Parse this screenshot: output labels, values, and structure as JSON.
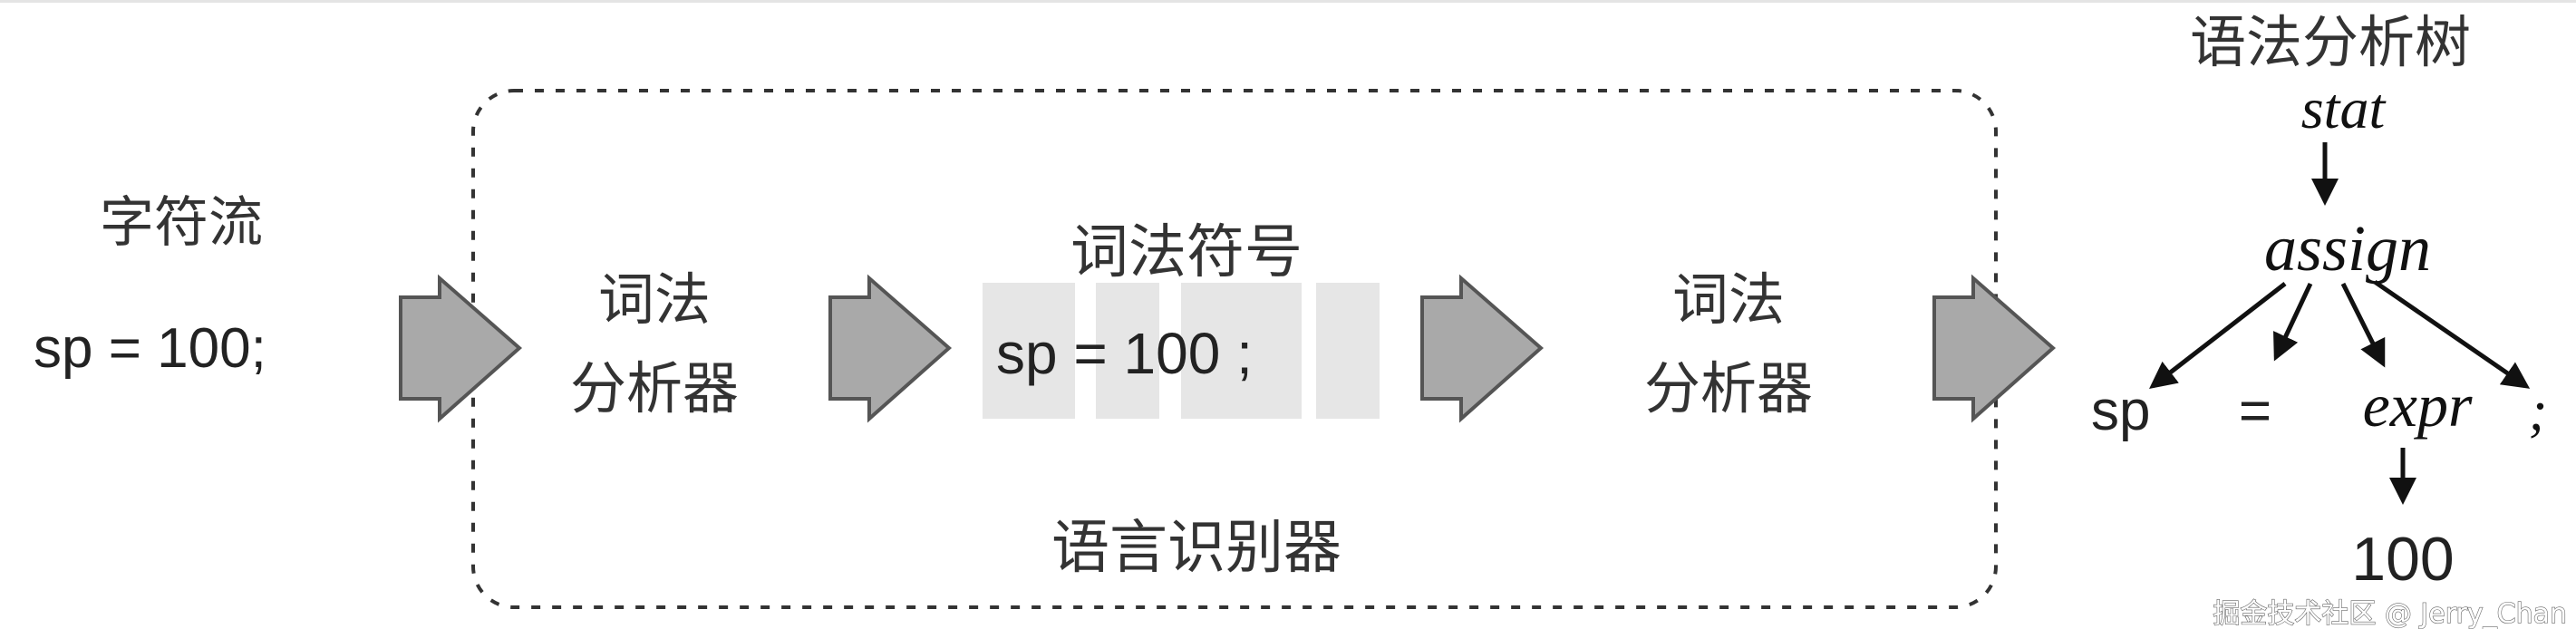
{
  "input": {
    "label": "字符流",
    "code": "sp = 100;"
  },
  "recognizer": {
    "label": "语言识别器",
    "lexer": {
      "line1": "词法",
      "line2": "分析器"
    },
    "tokens": {
      "label": "词法符号",
      "text": "sp = 100 ;"
    },
    "parser": {
      "line1": "词法",
      "line2": "分析器"
    }
  },
  "parse_tree": {
    "title": "语法分析树",
    "root": "stat",
    "child": "assign",
    "leaves": [
      "sp",
      "=",
      "expr",
      ";"
    ],
    "expr_child": "100"
  },
  "watermark": "掘金技术社区 @ Jerry_Chan",
  "colors": {
    "arrow_fill": "#a9a9a9",
    "arrow_stroke": "#555555",
    "token_box": "#e6e6e6",
    "dashed_border": "#333333",
    "text": "#222222"
  }
}
